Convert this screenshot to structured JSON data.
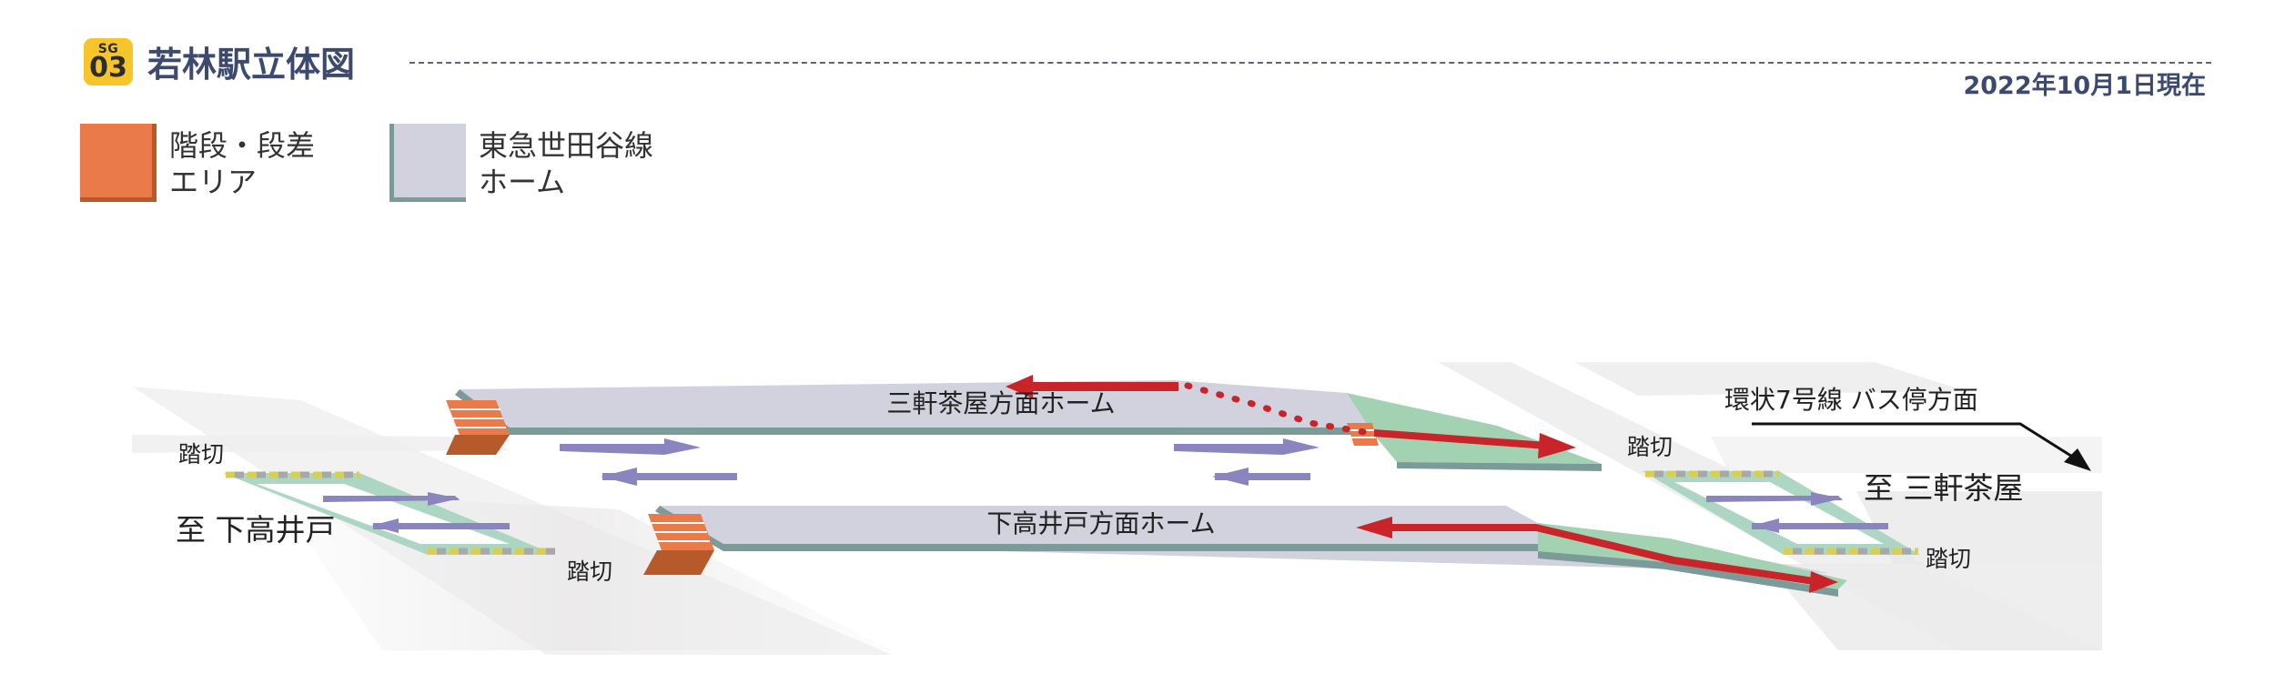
{
  "header": {
    "badge_line1": "SG",
    "badge_line2": "03",
    "title": "若林駅立体図",
    "date": "2022年10月1日現在"
  },
  "legend": {
    "stairs_line1": "階段・段差",
    "stairs_line2": "エリア",
    "platform_line1": "東急世田谷線",
    "platform_line2": "ホーム"
  },
  "diagram": {
    "platform_upper": "三軒茶屋方面ホーム",
    "platform_lower": "下高井戸方面ホーム",
    "crossing_upper_left": "踏切",
    "crossing_lower_left": "踏切",
    "crossing_upper_right": "踏切",
    "crossing_lower_right": "踏切",
    "direction_left": "至 下高井戸",
    "direction_right": "至 三軒茶屋",
    "bus_stop": "環状7号線 バス停方面"
  },
  "colors": {
    "title": "#3d4a70",
    "badge": "#f6c52a",
    "stairs": "#ea7a4a",
    "platform": "#d1d2de",
    "platform_edge": "#7b9b99",
    "route_arrow": "#c8242a",
    "crossing": "#a4d3be",
    "train_arrow": "#8a84bf"
  }
}
